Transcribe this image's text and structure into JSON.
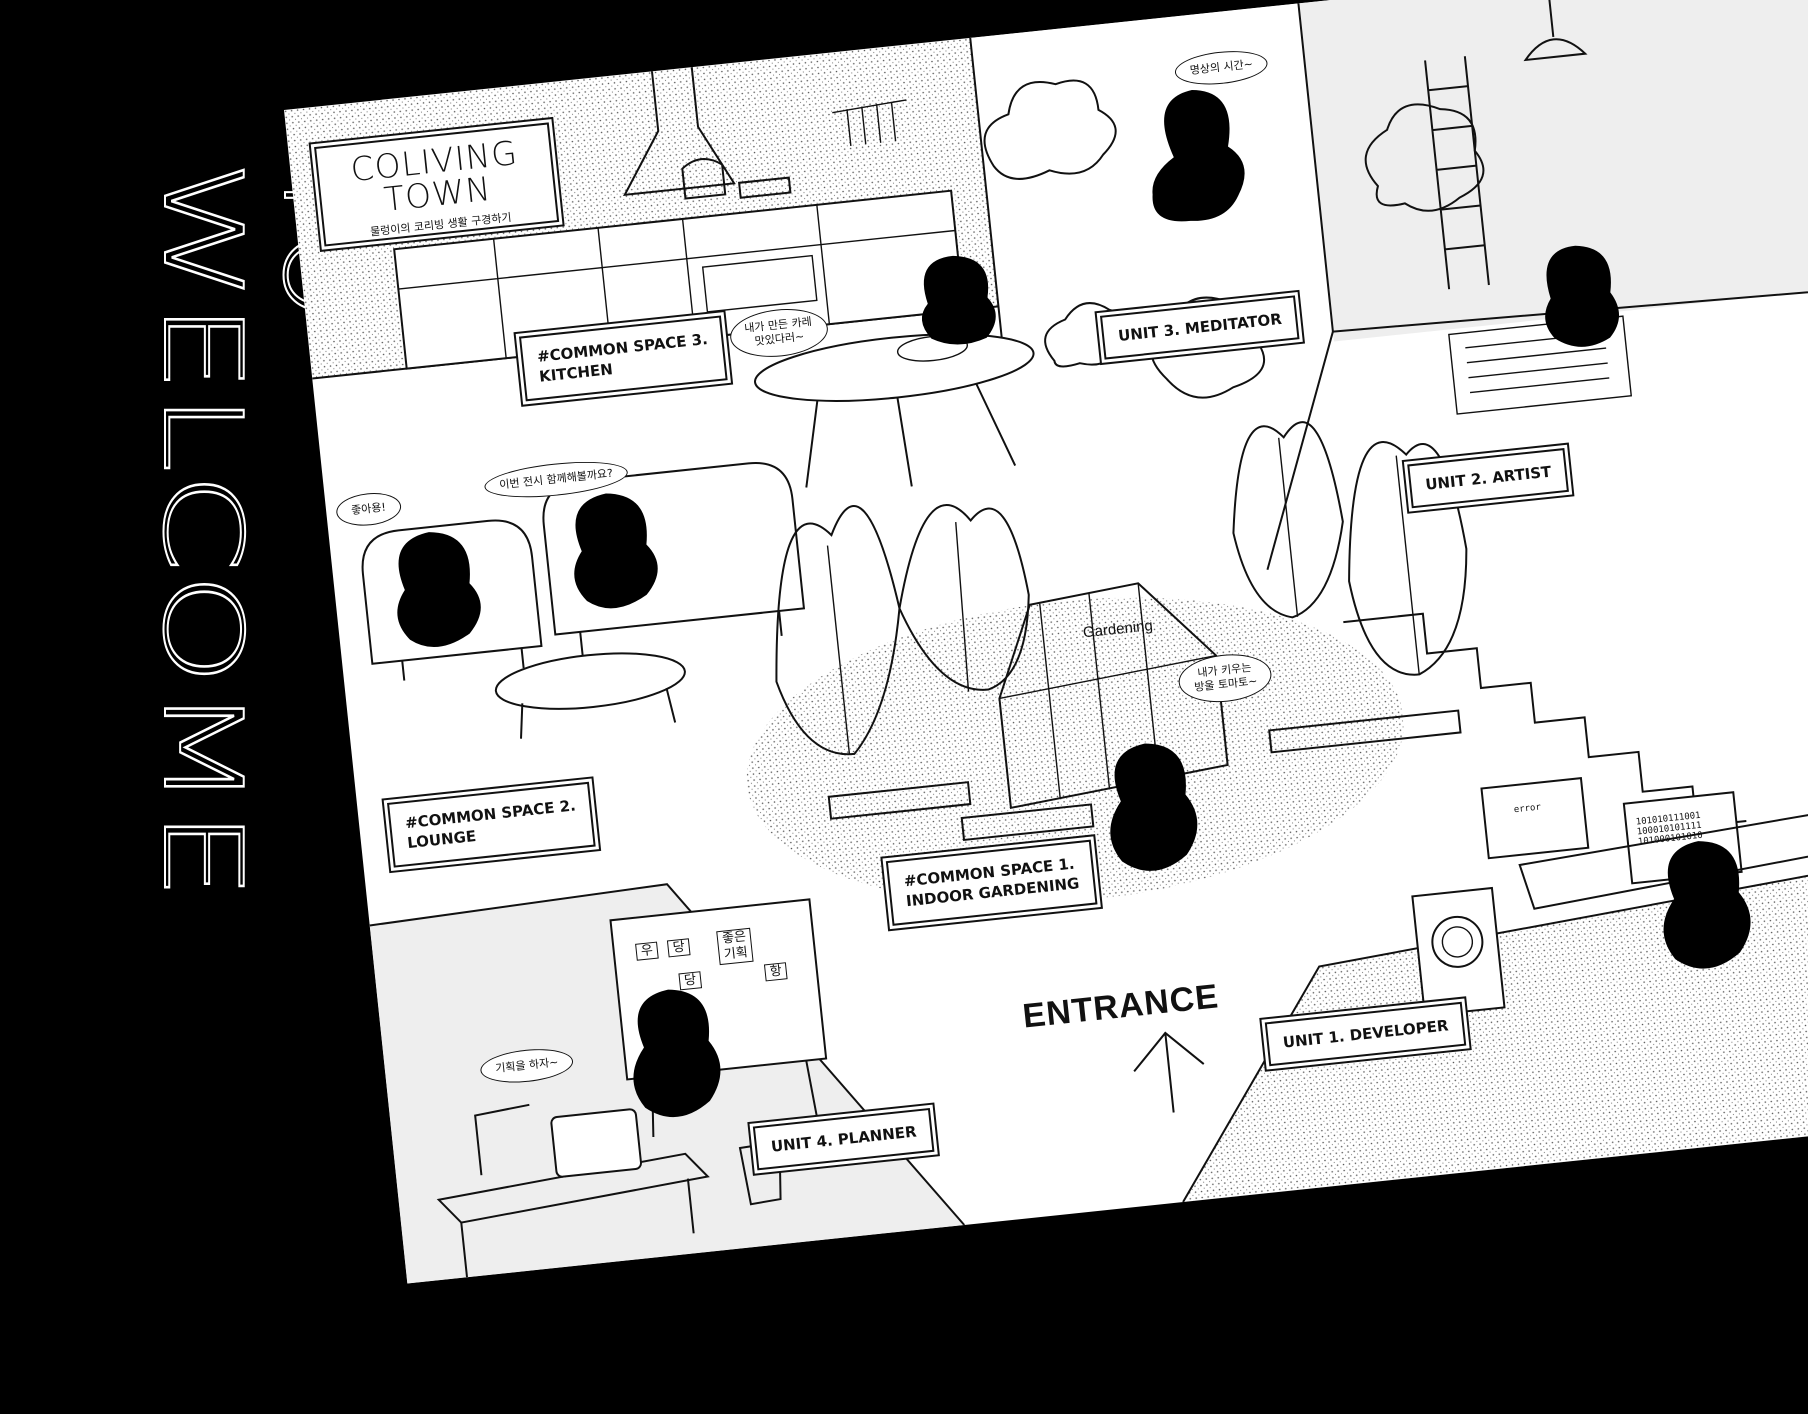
{
  "welcome": {
    "line1": "WELCOME",
    "line2": "TO"
  },
  "sign": {
    "title": "COLIVING\nTOWN",
    "subtitle": "물렁이의 코리빙 생활 구경하기"
  },
  "labels": {
    "kitchen": "#COMMON SPACE 3.\nKITCHEN",
    "meditator": "UNIT 3.  MEDITATOR",
    "artist": "UNIT 2. ARTIST",
    "lounge": "#COMMON SPACE 2.\nLOUNGE",
    "gardening_space": "#COMMON SPACE 1.\nINDOOR GARDENING",
    "developer": "UNIT 1. DEVELOPER",
    "planner": "UNIT 4. PLANNER"
  },
  "entrance": "ENTRANCE",
  "gardening_sign": "Gardening",
  "bubbles": {
    "meditation": "명상의 시간~",
    "cake": "내가 만든 카레\n맛있다러~",
    "like": "좋아용!",
    "exhibit": "이번 전시 함께해볼까요?",
    "tomato": "내가 키우는\n방울 토마토~",
    "plan": "기획을 하자~"
  },
  "board_notes": {
    "n1": "우",
    "n2": "당",
    "n3": "당",
    "n4": "좋은\n기획",
    "n5": "항"
  },
  "screens": {
    "error": "error",
    "binary": "101010111001\n100010101111\n101000101010"
  },
  "colors": {
    "background": "#000000",
    "paper": "#ffffff",
    "ink": "#111111"
  }
}
